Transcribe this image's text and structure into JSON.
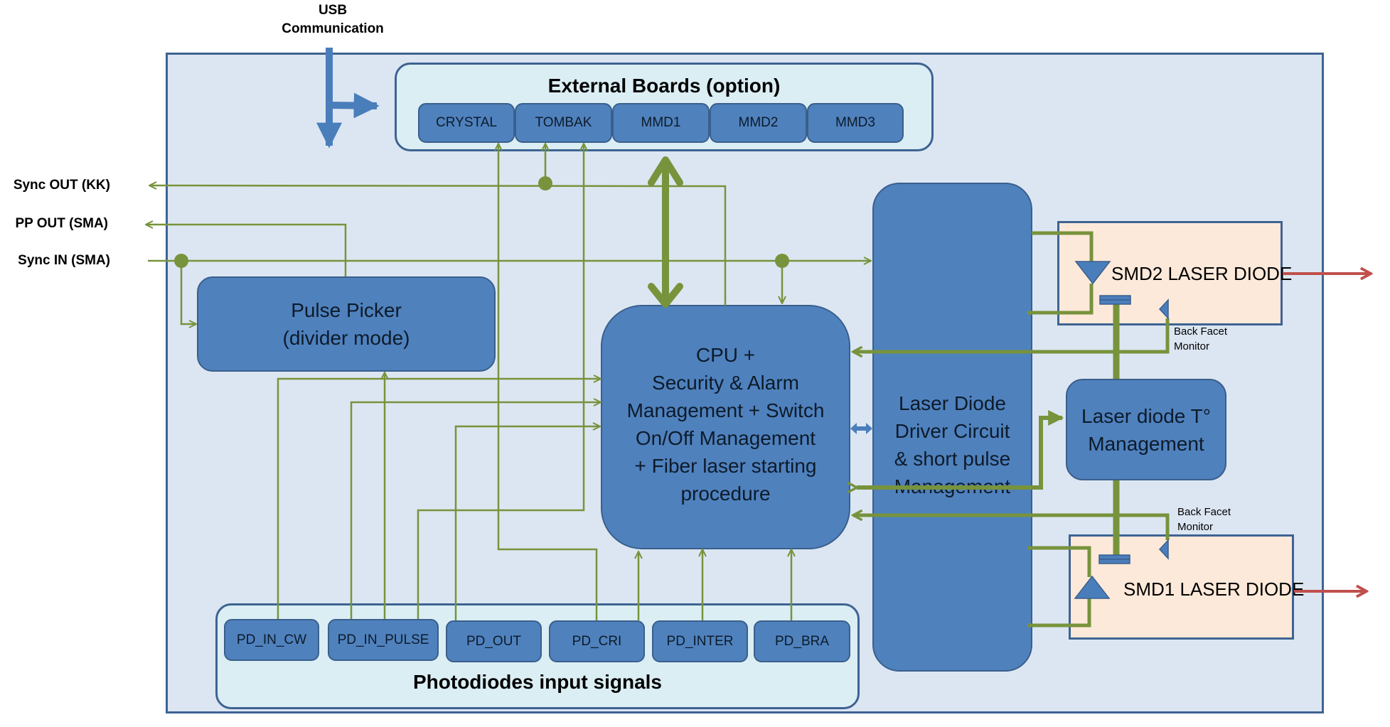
{
  "usb": {
    "label_line1": "USB",
    "label_line2": "Communication"
  },
  "external_signals": {
    "sync_out": "Sync OUT (KK)",
    "pp_out": "PP OUT (SMA)",
    "sync_in": "Sync IN (SMA)"
  },
  "external_boards": {
    "title": "External Boards (option)",
    "boards": [
      "CRYSTAL",
      "TOMBAK",
      "MMD1",
      "MMD2",
      "MMD3"
    ]
  },
  "pulse_picker": {
    "line1": "Pulse Picker",
    "line2": "(divider mode)"
  },
  "cpu": {
    "lines": [
      "CPU +",
      "Security & Alarm",
      "Management + Switch",
      "On/Off Management",
      "+ Fiber laser starting",
      "procedure"
    ]
  },
  "driver": {
    "lines": [
      "Laser Diode",
      "Driver Circuit",
      "& short pulse",
      "Management"
    ]
  },
  "temp_mgmt": {
    "line1": "Laser diode T°",
    "line2": "Management"
  },
  "smd2": {
    "label": "SMD2 LASER DIODE",
    "monitor_line1": "Back Facet",
    "monitor_line2": "Monitor"
  },
  "smd1": {
    "label": "SMD1 LASER DIODE",
    "monitor_line1": "Back Facet",
    "monitor_line2": "Monitor"
  },
  "photodiodes": {
    "title": "Photodiodes input signals",
    "items": [
      "PD_IN_CW",
      "PD_IN_PULSE",
      "PD_OUT",
      "PD_CRI",
      "PD_INTER",
      "PD_BRA"
    ]
  },
  "colors": {
    "frame_bg": "#dce6f2",
    "box_blue": "#4f81bd",
    "wire_green": "#77933c",
    "laser_red": "#c0504d",
    "smd_bg": "#fde9d9"
  }
}
